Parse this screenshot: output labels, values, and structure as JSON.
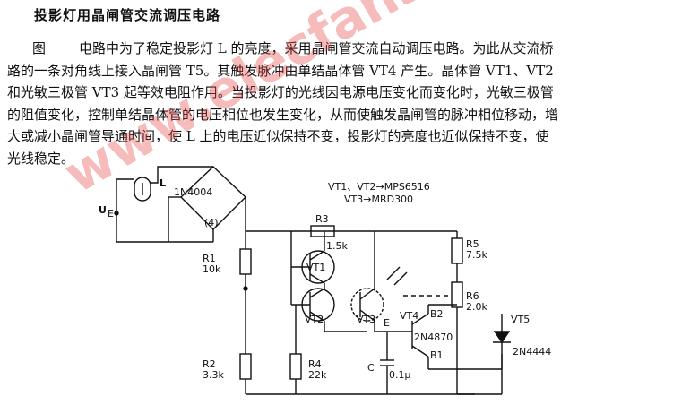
{
  "title": "投影灯用晶闸管交流调压电路",
  "paragraph": {
    "lead": "图",
    "lines": [
      "电路中为了稳定投影灯 L 的亮度，采用晶闸管交流自动调压电路。为此从交流桥",
      "路的一条对角线上接入晶闸管 T5。其触发脉冲由单结晶体管 VT4 产生。晶体管 VT1、VT2",
      "和光敏三极管 VT3 起等效电阻作用。当投影灯的光线因电源电压变化而变化时，光敏三极管",
      "的阻值变化，控制单结晶体管的电压相位也发生变化，从而使触发晶闸管的脉冲相位移动，增",
      "大或减小晶闸管导通时间，使 L 上的电压近似保持不变，投影灯的亮度也近似保持不变，使",
      "光线稳定。"
    ]
  },
  "watermark": "www.elecfans.com",
  "circuit": {
    "L": "L",
    "UE": "U",
    "UE_sub": "E",
    "bridge": "1N4004",
    "bridge_count": "(4)",
    "R1": "R1",
    "R1_val": "10k",
    "R2": "R2",
    "R2_val": "3.3k",
    "R3": "R3",
    "R3_val": "1.5k",
    "R4": "R4",
    "R4_val": "22k",
    "R5": "R5",
    "R5_val": "7.5k",
    "R6": "R6",
    "R6_val": "2.0k",
    "C": "C",
    "C_val": "0.1μ",
    "VT1": "VT1",
    "VT2": "VT2",
    "VT3": "VT3",
    "E": "E",
    "VT4": "VT4",
    "VT4_part": "2N4870",
    "B1": "B1",
    "B2": "B2",
    "VT5": "VT5",
    "VT5_part": "2N4444",
    "note1": "VT1、VT2→MPS6516",
    "note2": "VT3→MRD300"
  }
}
